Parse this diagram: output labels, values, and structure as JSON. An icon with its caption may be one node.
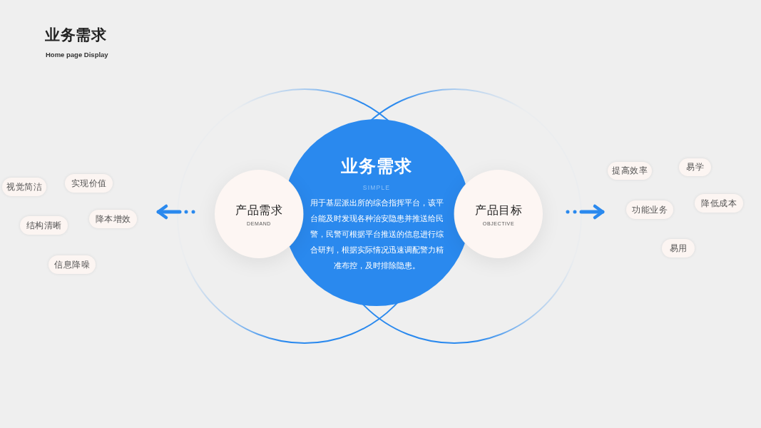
{
  "diagram": {
    "title": "业务需求",
    "nodes": [
      {
        "text": [
          "视觉简洁"
        ]
      },
      {
        "text": [
          "实现价值"
        ]
      },
      {
        "text": [
          "结构清晰"
        ]
      },
      {
        "text": [
          "降本增效"
        ]
      },
      {
        "text": [
          "信息降噪"
        ]
      },
      {
        "text": [
          "产品需求",
          "DEMAND"
        ]
      },
      {
        "text": [
          "业务需求",
          "SIMPLE",
          "用于基层派出所的综合指挥平台，该平台能及时发现各种治安隐患并推送给民警，民警可根据平台推送的信息进行综合研判，根据实际情况迅速调配警力精准布控，及时排除隐患。"
        ]
      },
      {
        "text": [
          "产品目标",
          "OBJECTIVE"
        ]
      },
      {
        "text": [
          "提高效率"
        ]
      },
      {
        "text": [
          "易学"
        ]
      },
      {
        "text": [
          "功能业务"
        ]
      },
      {
        "text": [
          "降低成本"
        ]
      },
      {
        "text": [
          "易用"
        ]
      }
    ],
    "edges": [
      {
        "from": 5,
        "to": 3,
        "arrow": "to"
      },
      {
        "from": 7,
        "to": 10,
        "arrow": "to"
      }
    ],
    "labels": [
      "Home page Display"
    ]
  }
}
